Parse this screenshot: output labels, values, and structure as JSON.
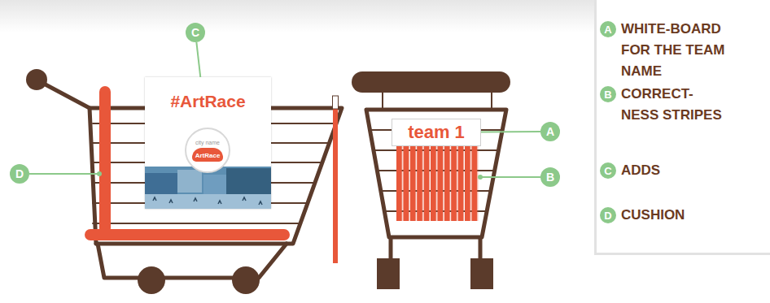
{
  "diagram": {
    "nodes": [
      {
        "text": [
          "C"
        ]
      },
      {
        "text": [
          "#ArtRace"
        ]
      },
      {
        "text": [
          "city name",
          "ArtRace"
        ],
        "in": 1
      },
      {
        "text": [
          "team 1"
        ]
      },
      {
        "text": [
          "A"
        ]
      },
      {
        "text": [
          "D"
        ]
      },
      {
        "text": [
          "B"
        ]
      },
      {
        "text": [
          "A"
        ]
      },
      {
        "text": [
          "B"
        ]
      },
      {
        "text": [
          "C"
        ]
      },
      {
        "text": [
          "D"
        ]
      }
    ],
    "edges": [
      {
        "from": 0,
        "to": 1,
        "arrow": "none"
      },
      {
        "from": 4,
        "to": 3,
        "arrow": "none"
      }
    ],
    "labels": [
      "WHITE-BOARD FOR THE TEAM NAME",
      "CORRECT- NESS STRIPES",
      "ADDS",
      "CUSHION"
    ]
  }
}
